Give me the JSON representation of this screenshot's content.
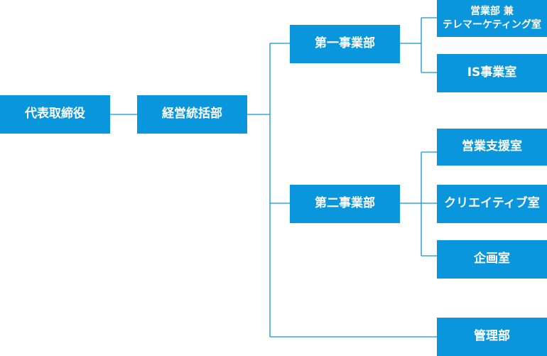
{
  "colors": {
    "box": "#0a96dc",
    "text": "#ffffff",
    "line": "#0a96dc",
    "background": "#ffffff"
  },
  "org": {
    "ceo": "代表取締役",
    "general_management": "経営統括部",
    "division1": {
      "label": "第一事業部",
      "children": [
        "営業部 兼",
        "テレマーケティング室",
        "IS事業室"
      ]
    },
    "division2": {
      "label": "第二事業部",
      "children": [
        "営業支援室",
        "クリエイティブ室",
        "企画室"
      ]
    },
    "management": "管理部"
  }
}
